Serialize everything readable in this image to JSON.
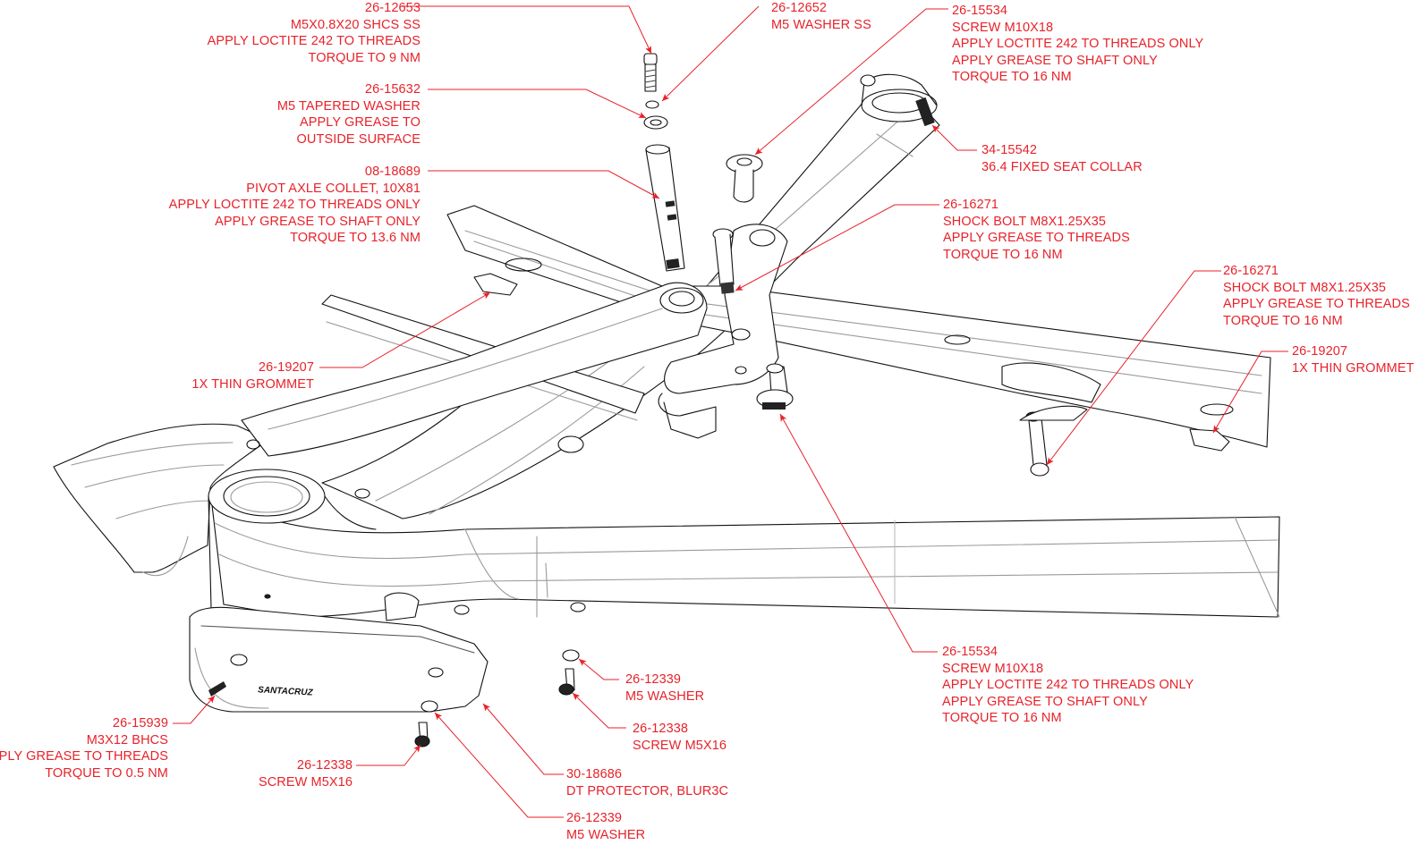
{
  "diagram": {
    "colors": {
      "callout": "#e8222a",
      "line": "#111111",
      "faint": "#9a9a9a"
    },
    "callouts": {
      "c12653": [
        "26-12653",
        "M5X0.8X20 SHCS SS",
        "APPLY LOCTITE 242 TO THREADS",
        "TORQUE TO 9 NM"
      ],
      "c12652": [
        "26-12652",
        "M5 WASHER SS"
      ],
      "c15534a": [
        "26-15534",
        "SCREW M10X18",
        "APPLY LOCTITE 242 TO THREADS ONLY",
        "APPLY GREASE TO SHAFT ONLY",
        "TORQUE TO 16 NM"
      ],
      "c15632": [
        "26-15632",
        "M5 TAPERED WASHER",
        "APPLY GREASE TO",
        "OUTSIDE SURFACE"
      ],
      "c15542": [
        "34-15542",
        "36.4 FIXED SEAT COLLAR"
      ],
      "c18689": [
        "08-18689",
        "PIVOT AXLE COLLET, 10X81",
        "APPLY LOCTITE 242 TO THREADS ONLY",
        "APPLY GREASE TO SHAFT ONLY",
        "TORQUE TO 13.6 NM"
      ],
      "c16271a": [
        "26-16271",
        "SHOCK BOLT M8X1.25X35",
        "APPLY GREASE TO THREADS",
        "TORQUE TO 16 NM"
      ],
      "c16271b": [
        "26-16271",
        "SHOCK BOLT M8X1.25X35",
        "APPLY GREASE TO THREADS",
        "TORQUE TO 16 NM"
      ],
      "c19207a": [
        "26-19207",
        "1X THIN GROMMET"
      ],
      "c19207b": [
        "26-19207",
        "1X THIN GROMMET"
      ],
      "c15534b": [
        "26-15534",
        "SCREW M10X18",
        "APPLY LOCTITE 242 TO THREADS ONLY",
        "APPLY GREASE TO SHAFT ONLY",
        "TORQUE TO 16 NM"
      ],
      "c12339a": [
        "26-12339",
        "M5 WASHER"
      ],
      "c12338a": [
        "26-12338",
        "SCREW M5X16"
      ],
      "c15939": [
        "26-15939",
        "M3X12 BHCS",
        "APPLY GREASE TO THREADS",
        "TORQUE TO 0.5 NM"
      ],
      "c12338b": [
        "26-12338",
        "SCREW M5X16"
      ],
      "c18686": [
        "30-18686",
        "DT PROTECTOR, BLUR3C"
      ],
      "c12339b": [
        "26-12339",
        "M5 WASHER"
      ]
    },
    "guard_brand": "SANTACRUZ"
  }
}
